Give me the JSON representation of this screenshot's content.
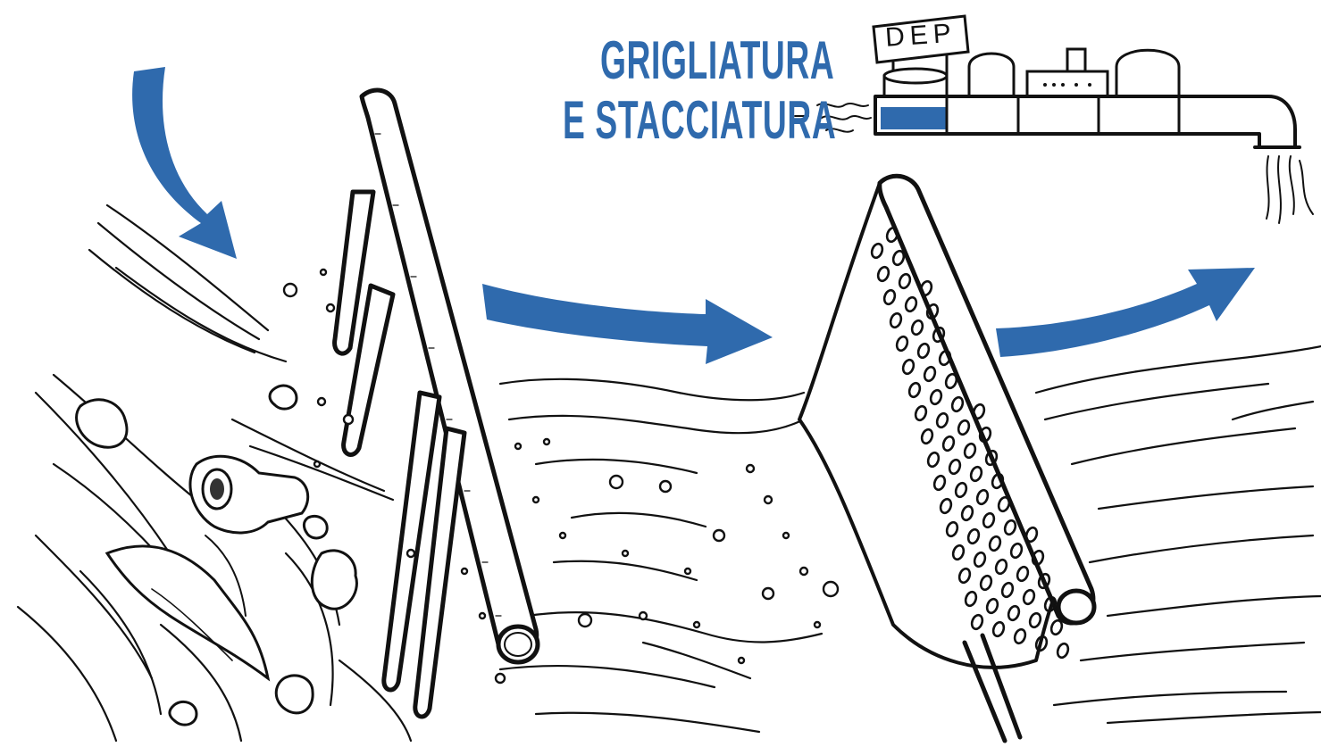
{
  "title": {
    "line1": "GRIGLIATURA",
    "line2": "E STACCIATURA"
  },
  "plant_sign": "DEP",
  "colors": {
    "accent_blue": "#2f6aad",
    "ink": "#111111",
    "background": "#ffffff"
  },
  "icons": [
    "flow-arrow-icon",
    "bar-screen-icon",
    "perforated-sieve-icon",
    "treatment-plant-icon",
    "outlet-pipe-icon",
    "debris-icon"
  ]
}
